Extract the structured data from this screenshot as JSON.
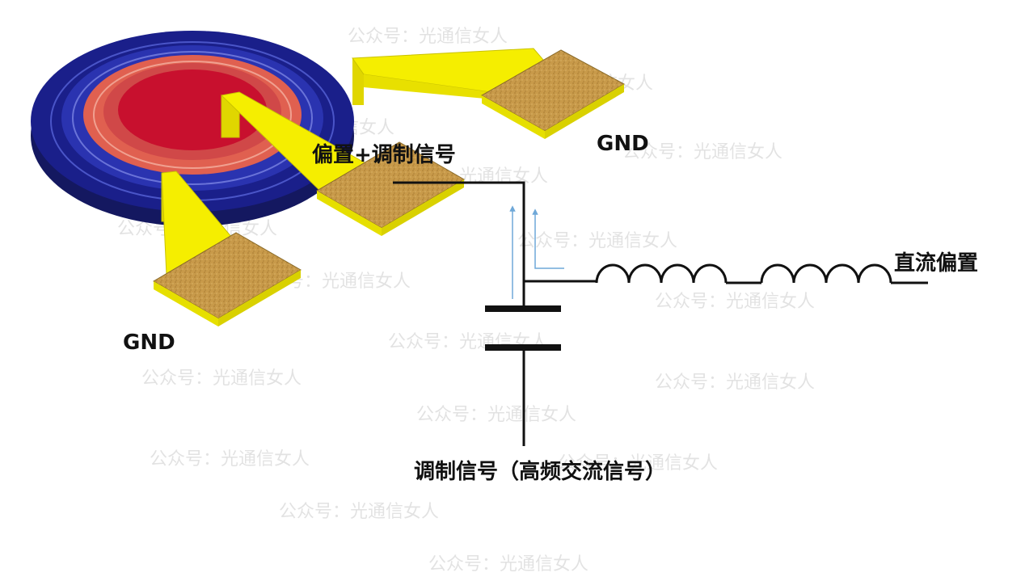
{
  "labels": {
    "gnd_top": "GND",
    "gnd_bottom": "GND",
    "bias_mod": "偏置+调制信号",
    "dc_bias": "直流偏置",
    "mod_signal": "调制信号（高频交流信号）"
  },
  "watermark": "公众号：光通信女人",
  "colors": {
    "blue_ring": "#1a1f8a",
    "red_core": "#c8102e",
    "pad_gold": "#c89a4a",
    "trace_yellow": "#f5ee00",
    "wire": "#111111",
    "arrow": "#6fa8d8"
  }
}
